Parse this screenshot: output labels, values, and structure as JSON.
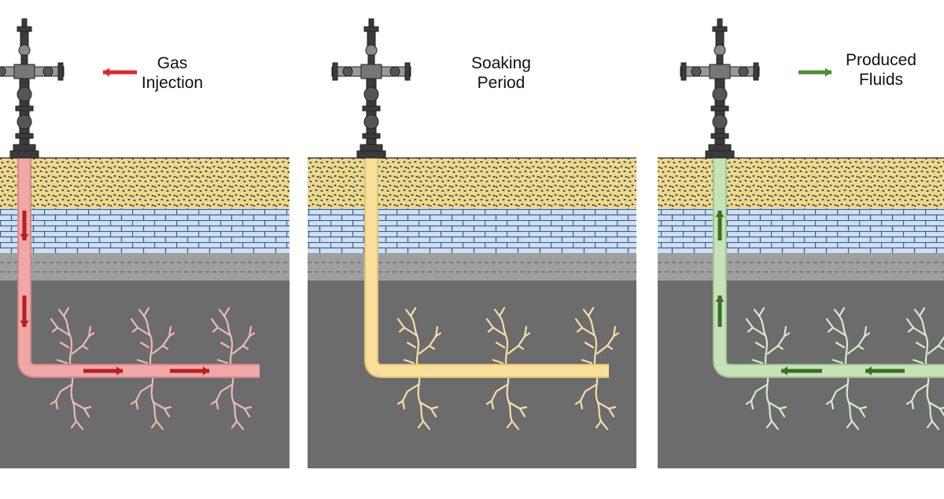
{
  "panels": [
    {
      "id": "gas-injection",
      "label_line1": "Gas",
      "label_line2": "Injection",
      "flow": "injection",
      "well_color": "#f2a7a7",
      "well_edge": "#d88888",
      "fracture_color": "#f0b8b8",
      "arrow_color": "#e3262b",
      "arrow_dark": "#b71f22"
    },
    {
      "id": "soaking-period",
      "label_line1": "Soaking",
      "label_line2": "Period",
      "flow": "none",
      "well_color": "#fadf9a",
      "well_edge": "#e4c47a",
      "fracture_color": "#f5e0a8",
      "arrow_color": "",
      "arrow_dark": ""
    },
    {
      "id": "produced-fluids",
      "label_line1": "Produced",
      "label_line2": "Fluids",
      "flow": "production",
      "well_color": "#c6e3b8",
      "well_edge": "#9fc592",
      "fracture_color": "#d6ebcc",
      "arrow_color": "#4f8d34",
      "arrow_dark": "#3a7025"
    }
  ],
  "layers": {
    "sand_color": "#ecd98d",
    "sand_dot_color": "#4b4b4b",
    "limestone_color": "#cfe0f3",
    "limestone_line_color": "#3d5f8a",
    "shale_color": "#9f9f9f",
    "reservoir_color": "#6c6c6c"
  },
  "wellhead_color": "#3b3b3b"
}
